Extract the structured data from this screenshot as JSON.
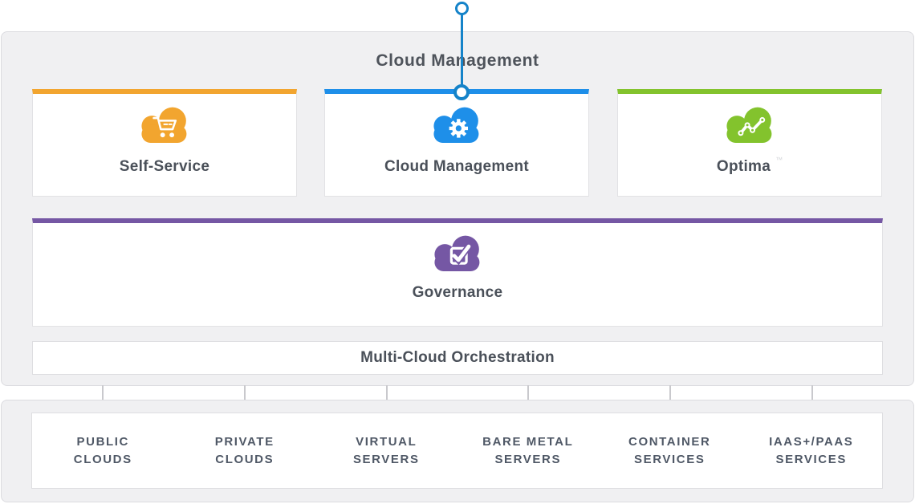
{
  "diagram": {
    "title": "Cloud Management",
    "products": [
      {
        "name": "Self-Service",
        "accent": "#F2A52F",
        "icon": "cloud-cart"
      },
      {
        "name": "Cloud Management",
        "accent": "#1E8FE9",
        "icon": "cloud-gear"
      },
      {
        "name": "Optima",
        "accent": "#83C32D",
        "icon": "cloud-chart",
        "trademark": "™"
      }
    ],
    "governance": {
      "name": "Governance",
      "accent": "#7557A4",
      "icon": "cloud-check"
    },
    "orchestration": {
      "name": "Multi-Cloud Orchestration"
    },
    "infrastructure": [
      {
        "line1": "PUBLIC",
        "line2": "CLOUDS"
      },
      {
        "line1": "PRIVATE",
        "line2": "CLOUDS"
      },
      {
        "line1": "VIRTUAL",
        "line2": "SERVERS"
      },
      {
        "line1": "BARE METAL",
        "line2": "SERVERS"
      },
      {
        "line1": "CONTAINER",
        "line2": "SERVICES"
      },
      {
        "line1": "IAAS+/PAAS",
        "line2": "SERVICES"
      }
    ],
    "colors": {
      "connector_blue": "#1583C9",
      "connector_gray": "#C9C9CD",
      "panel_bg": "#F0F0F2",
      "panel_border": "#DBDBDF",
      "card_border": "#E2E2E5",
      "title_text": "#4E535B",
      "label_text": "#4A5059",
      "infra_text": "#4F5866"
    }
  }
}
